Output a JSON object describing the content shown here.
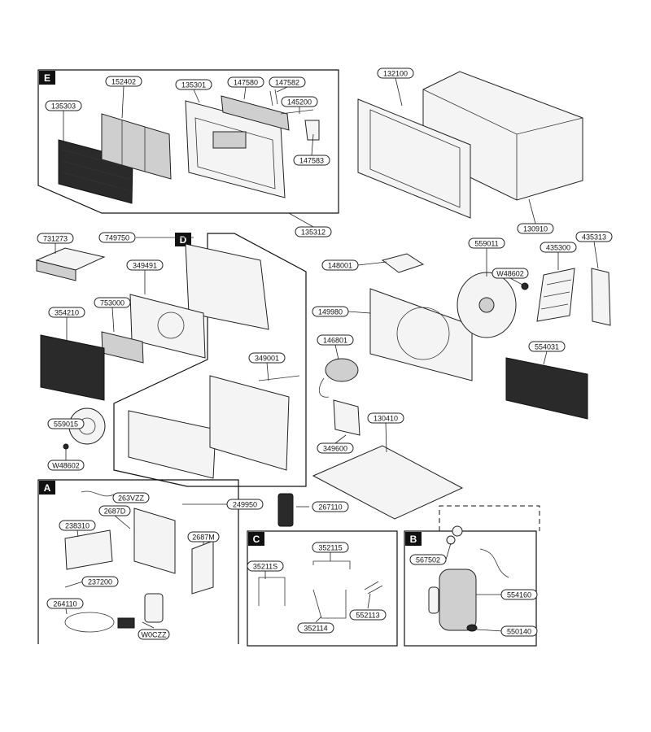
{
  "sections": {
    "E": "E",
    "D": "D",
    "A": "A",
    "C": "C",
    "B": "B"
  },
  "parts": {
    "p152402": "152402",
    "p135301": "135301",
    "p147580": "147580",
    "p147582": "147582",
    "p135303": "135303",
    "p145200": "145200",
    "p147583": "147583",
    "p135312": "135312",
    "p132100": "132100",
    "p130910": "130910",
    "p731273": "731273",
    "p749750": "749750",
    "p349491": "349491",
    "p753000": "753000",
    "p354210": "354210",
    "p349001": "349001",
    "p559015": "559015",
    "pW48602a": "W48602",
    "p148001": "148001",
    "p559011": "559011",
    "p435300": "435300",
    "p435313": "435313",
    "pW48602b": "W48602",
    "p149980": "149980",
    "p146801": "146801",
    "p554031": "554031",
    "p130410": "130410",
    "p349600": "349600",
    "p263VZZ": "263VZZ",
    "p249950": "249950",
    "p2687D": "2687D",
    "p238310": "238310",
    "p2687M": "2687M",
    "p237200": "237200",
    "p264110": "264110",
    "pW0CZZ": "W0CZZ",
    "p267110": "267110",
    "p352115": "352115",
    "p35211S": "35211S",
    "p352114": "352114",
    "p552113": "552113",
    "p567502": "567502",
    "p554160": "554160",
    "p550140": "550140"
  }
}
